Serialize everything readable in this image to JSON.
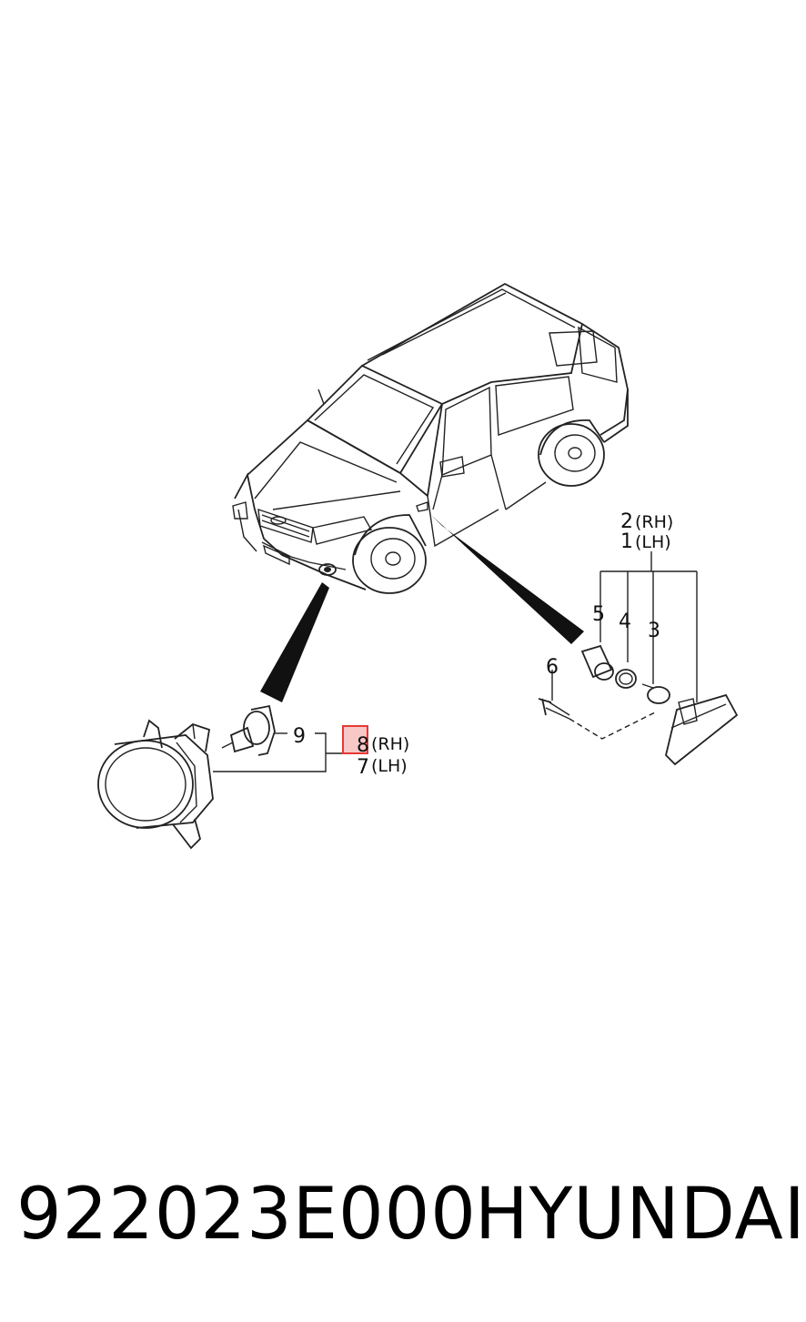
{
  "diagram": {
    "callouts": {
      "c2": "2",
      "c2_side": "(RH)",
      "c1": "1",
      "c1_side": "(LH)",
      "c5": "5",
      "c4": "4",
      "c3": "3",
      "c6": "6",
      "c9": "9",
      "c8": "8",
      "c8_side": "(RH)",
      "c7": "7",
      "c7_side": "(LH)"
    },
    "highlight_color": "#e53935"
  },
  "footer": {
    "part_number": "922023E000",
    "brand": "HYUNDAI"
  }
}
